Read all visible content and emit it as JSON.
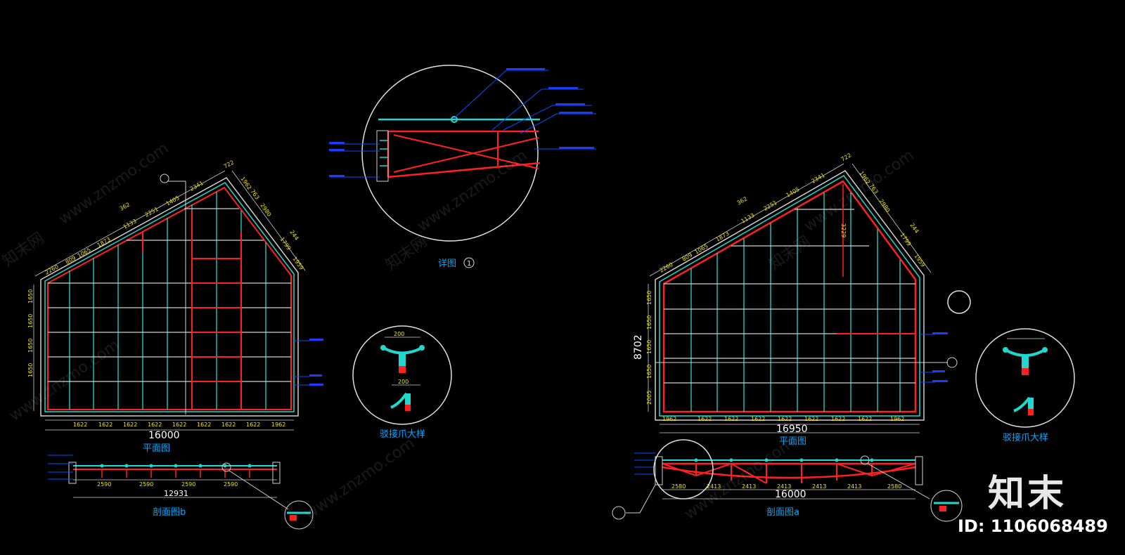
{
  "left": {
    "top_dims": [
      "2260",
      "809",
      "1065",
      "1873",
      "362",
      "1133",
      "2251",
      "1405",
      "2341",
      "722"
    ],
    "right_dims": [
      "1962",
      "763",
      "2980",
      "244",
      "1799",
      "1959"
    ],
    "left_dims": [
      "1650",
      "1650",
      "1650",
      "1650"
    ],
    "bottom_dims": [
      "1622",
      "1622",
      "1622",
      "1622",
      "1622",
      "1622",
      "1622",
      "1622",
      "1962"
    ],
    "total_width": "16000",
    "plan_caption": "平面图",
    "section_dims": [
      "2590",
      "2590",
      "2590",
      "2590"
    ],
    "section_total": "12931",
    "section_caption": "剖面图b"
  },
  "center": {
    "detail_caption": "详图",
    "detail_number": "1",
    "joint_caption": "驳接爪大样",
    "joint_dims": [
      "200",
      "200"
    ]
  },
  "right": {
    "top_dims": [
      "2260",
      "809",
      "1065",
      "1873",
      "362",
      "1133",
      "2251",
      "1405",
      "2341",
      "722"
    ],
    "right_dims": [
      "1962",
      "763",
      "2980",
      "244",
      "1799",
      "1959"
    ],
    "left_dims": [
      "1650",
      "1650",
      "1650",
      "1650",
      "2005"
    ],
    "height_dim": "8702",
    "inner_dim": "3229",
    "bottom_dims": [
      "1962",
      "1622",
      "1622",
      "1622",
      "1622",
      "1622",
      "1622",
      "1622",
      "1962"
    ],
    "total_width": "16950",
    "plan_caption": "平面图",
    "section_dims": [
      "2580",
      "2413",
      "2413",
      "2413",
      "2413",
      "2413",
      "2580"
    ],
    "section_total": "16000",
    "section_caption": "剖面图a",
    "joint_caption": "驳接爪大样"
  },
  "watermark": {
    "site": "www.znzmo.com",
    "brand": "知末网",
    "logo": "知末",
    "id_text": "ID: 1106068489"
  },
  "colors": {
    "background": "#000000",
    "frame_red": "#ff2020",
    "grid_cyan": "#20d8d0",
    "grid_white": "#d0d0d0",
    "dimension_yellow": "#f2e600",
    "caption_blue": "#00a8ff"
  }
}
